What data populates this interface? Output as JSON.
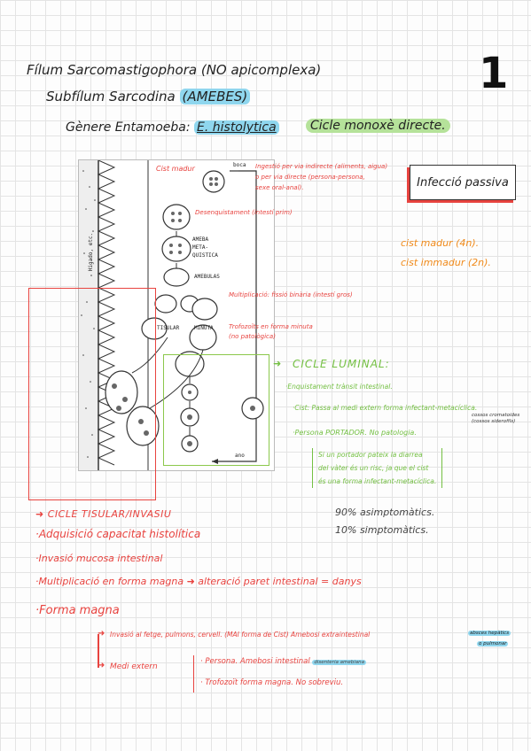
{
  "page_number": "1",
  "header": {
    "filum": "Fílum Sarcomastigophora (NO apicomplexa)",
    "subfilum_prefix": "Subfílum Sarcodina",
    "subfilum_tag": "(AMEBES)",
    "genere_prefix": "Gènere Entamoeba:",
    "genere_species": "E. histolytica",
    "cicle": "Cicle monoxè directe."
  },
  "infeccio_box": "Infecció passiva",
  "diagram": {
    "labels": {
      "boca": "boca",
      "ameba_meta": "AMEBA\nMETA-\nQUISTICA",
      "amebulas": "AMEBULAS",
      "minuta": "MINUTA",
      "tisular": "TISULAR",
      "ano": "ano",
      "higado": "Higado, etc."
    },
    "annotations": {
      "cist_madur": "Cist madur",
      "ingestio": "Ingestió per via indirecte (aliments, aigua)\no per via directe (persona-persona,\nsexe oral-anal).",
      "desenquistament": "Desenquistament (intestí prim)",
      "multiplicacio": "Multiplicació: fissió binària (intestí gros)",
      "trofozoits": "Trofozoïts en forma minuta\n(no patològica)"
    }
  },
  "cists": {
    "madur": "cist madur (4n).",
    "immadur": "cist immadur (2n)."
  },
  "cicle_luminal": {
    "title": "CICLE LUMINAL:",
    "items": [
      "·Enquistament trànsit intestinal.",
      "·Cist: Passa al medi extern forma infectant-metacíclica.",
      "·Persona PORTADOR. No patologia."
    ],
    "side_note": "cossos cromatoides\n(cossos siderofils)",
    "bracket_note": "Si un portador pateix la diarrea\ndel vàter és un risc, ja que el cist\nés una forma infectant-metacíclica."
  },
  "stats": {
    "asimptomatics": "90% asimptomàtics.",
    "simptomatics": "10% simptomàtics."
  },
  "cicle_tisular": {
    "title": "CICLE TISULAR/INVASIU",
    "items": [
      "·Adquisició capacitat histolítica",
      "·Invasió mucosa intestinal",
      "·Multiplicació en forma magna"
    ],
    "consequence": "alteració paret intestinal = danys",
    "forma_magna": "·Forma magna",
    "invasio": "Invasió al fetge, pulmons, cervell. (MAI forma de Cist) Amebosi extraintestinal",
    "invasio_tag1": "absces hepàtics",
    "invasio_tag2": "o pulmonar",
    "medi_extern": "Medi extern",
    "medi_items": [
      "· Persona. Amebosi intestinal",
      "· Trofozoït forma magna. No sobreviu."
    ],
    "medi_tag": "disenteria amebiana"
  }
}
